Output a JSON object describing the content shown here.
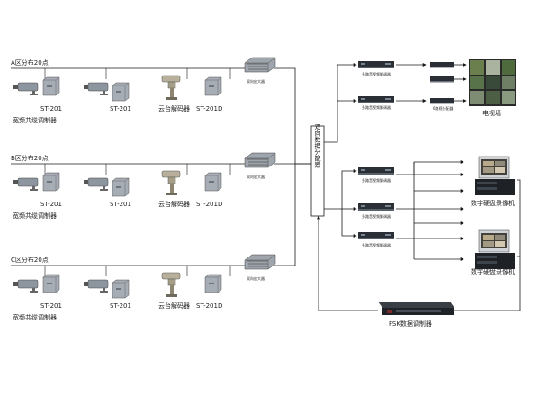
{
  "zones": [
    {
      "title": "A区分布20点",
      "camera_label": "宽频共缆调制器",
      "st_label": "ST-201",
      "st_label2": "ST-201",
      "ptz_label": "云台解码器",
      "st_label3": "ST-201D",
      "amp_label": "双向放大器"
    },
    {
      "title": "B区分布20点",
      "camera_label": "宽频共缆调制器",
      "st_label": "ST-201",
      "st_label2": "ST-201",
      "ptz_label": "云台解码器",
      "st_label3": "ST-201D",
      "amp_label": "双向放大器"
    },
    {
      "title": "C区分布20点",
      "camera_label": "宽频共缆调制器",
      "st_label": "ST-201",
      "st_label2": "ST-201",
      "ptz_label": "云台解码器",
      "st_label3": "ST-201D",
      "amp_label": "双向放大器"
    }
  ],
  "splitter": {
    "label": "双向数据分配器"
  },
  "demod_top": [
    {
      "label": "多路音视频解调器"
    },
    {
      "label": "多路音视频解调器"
    }
  ],
  "dist_label": "6路视分配器",
  "tv_wall_label": "电视墙",
  "demod_mid": [
    {
      "label": "多路音视频解调器"
    },
    {
      "label": "多路音视频解调器"
    },
    {
      "label": "多路音视频解调器"
    }
  ],
  "dvr": [
    {
      "label": "数字硬盘录像机"
    },
    {
      "label": "数字硬盘录像机"
    }
  ],
  "fsk_label": "FSK数据调制器",
  "colors": {
    "line": "#1a1a1a",
    "device": "#9aa3ad",
    "dark": "#2a2f36"
  }
}
